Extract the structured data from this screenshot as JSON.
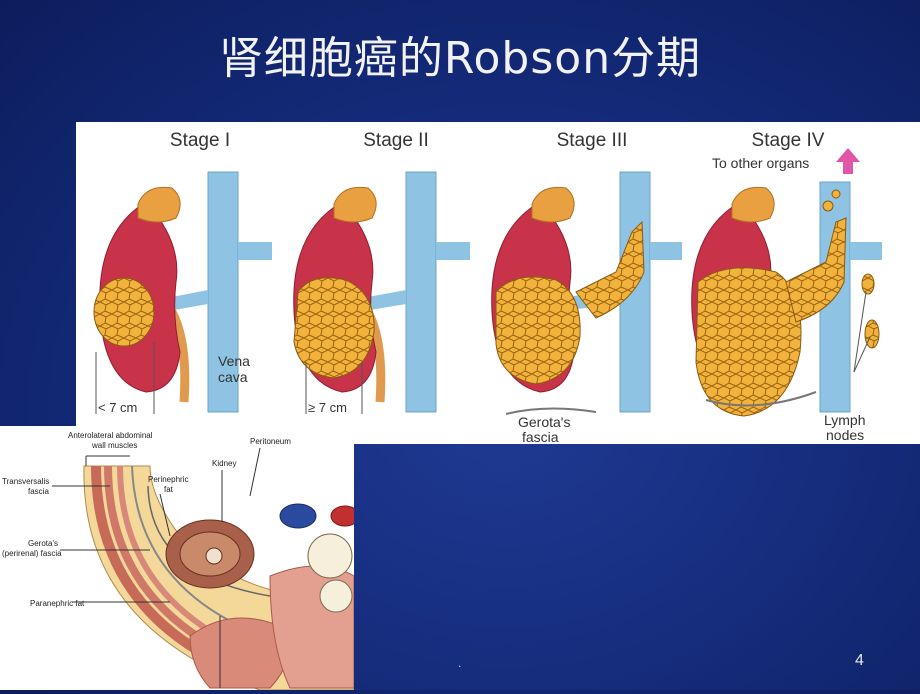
{
  "slide": {
    "title": "肾细胞癌的Robson分期",
    "page_number": "4",
    "footer_dot": "."
  },
  "staging_figure": {
    "stages": [
      "Stage I",
      "Stage II",
      "Stage III",
      "Stage IV"
    ],
    "size_lt": "< 7 cm",
    "size_ge": "≥ 7 cm",
    "vena_cava_line1": "Vena",
    "vena_cava_line2": "cava",
    "gerota_line1": "Gerota's",
    "gerota_line2": "fascia",
    "to_other_organs": "To other organs",
    "lymph_line1": "Lymph",
    "lymph_line2": "nodes"
  },
  "anatomy_figure": {
    "anterolateral_line1": "Anterolateral abdominal",
    "anterolateral_line2": "wall muscles",
    "peritoneum": "Peritoneum",
    "kidney": "Kidney",
    "transversalis_line1": "Transversalis",
    "transversalis_line2": "fascia",
    "perinephric_line1": "Perinephric",
    "perinephric_line2": "fat",
    "gerota_line1": "Gerota's",
    "gerota_line2": "(perirenal) fascia",
    "paranephric": "Paranephric fat"
  },
  "colors": {
    "background": "#142a78",
    "kidney": "#c8334a",
    "tumor": "#f2b33c",
    "vessel": "#8fc3e3",
    "adrenal": "#e8a040",
    "arrow": "#e056a8"
  }
}
